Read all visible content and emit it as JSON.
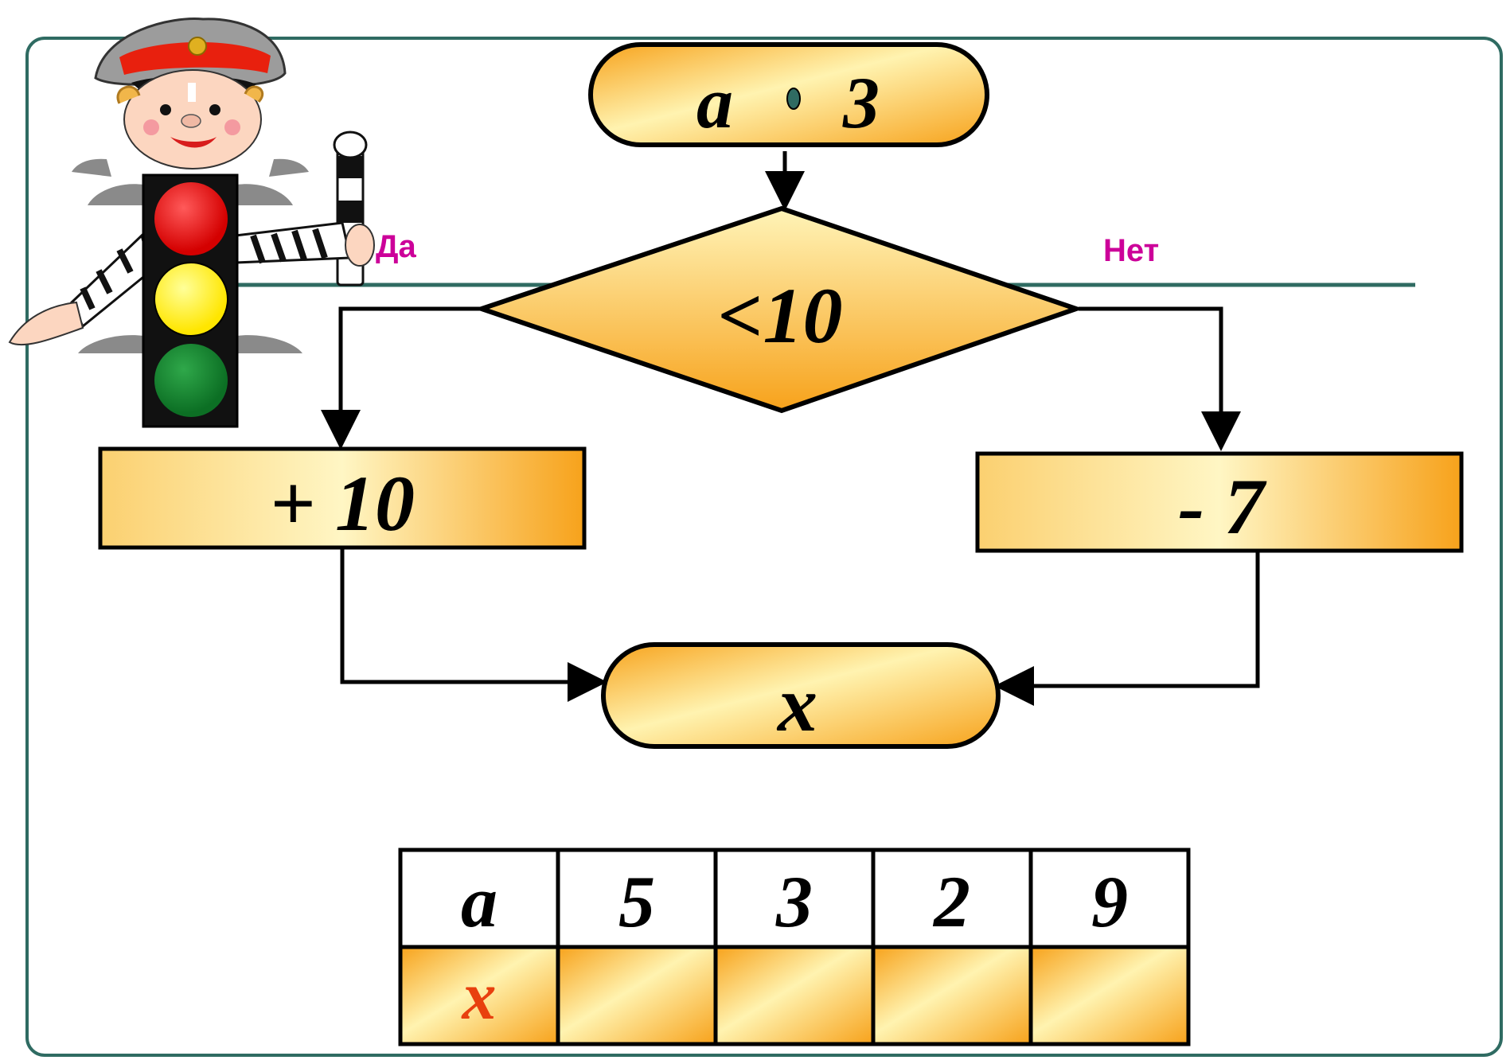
{
  "flowchart": {
    "start_terminal": {
      "var": "a",
      "sep": "•",
      "value": "3"
    },
    "decision": {
      "text": "<10"
    },
    "branch_yes": {
      "label": "Да",
      "action": "+ 10"
    },
    "branch_no": {
      "label": "Нет",
      "action": "- 7"
    },
    "end_terminal": {
      "text": "x"
    }
  },
  "table": {
    "header": [
      "a",
      "5",
      "3",
      "2",
      "9"
    ],
    "row": [
      "x",
      "",
      "",
      "",
      ""
    ]
  },
  "colors": {
    "frame": "#2f6b62",
    "shape_light": "#fff3b0",
    "shape_dark": "#f7a21b",
    "outline": "#000000",
    "label": "#cc0099",
    "table_x": "#e8400e"
  },
  "illustration": {
    "name": "traffic-controller-with-traffic-light"
  }
}
